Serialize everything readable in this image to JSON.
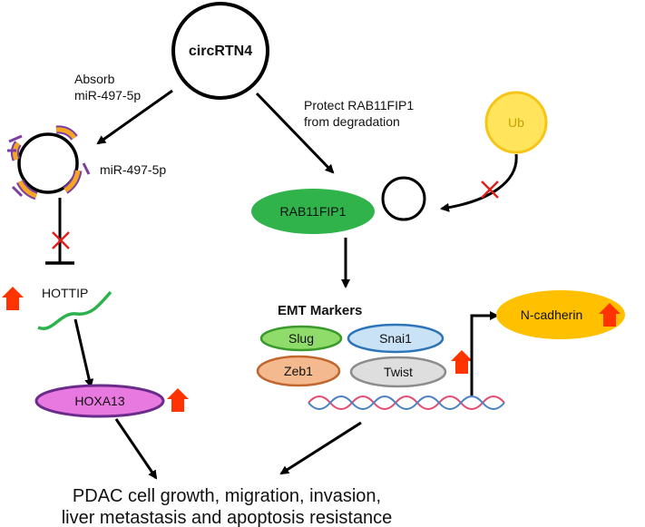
{
  "nodes": {
    "circrtn4": "circRTN4",
    "mirna_label": "miR-497-5p",
    "ub": "Ub",
    "rab11fip1": "RAB11FIP1",
    "hottip": "HOTTIP",
    "hoxa13": "HOXA13",
    "emt_title": "EMT Markers",
    "slug": "Slug",
    "snai1": "Snai1",
    "zeb1": "Zeb1",
    "twist": "Twist",
    "ncadherin": "N-cadherin"
  },
  "edges": {
    "absorb_line1": "Absorb",
    "absorb_line2": "miR-497-5p",
    "protect_line1": "Protect RAB11FIP1",
    "protect_line2": "from degradation"
  },
  "outcome": {
    "line1": "PDAC cell growth, migration, invasion,",
    "line2": "liver metastasis and apoptosis resistance"
  },
  "colors": {
    "arrow": "#000000",
    "up_arrow": "#ff3300",
    "block_x": "#e0201c",
    "mirna_arc": "#f5a623",
    "mirna_arc_stroke": "#7b3fa0",
    "ub_fill": "#ffe45c",
    "ub_stroke": "#f5c518",
    "ub_text": "#c8a000",
    "rab_fill": "#2fb34a",
    "hottip_line": "#2bb24c",
    "hoxa13_fill": "#e879e0",
    "hoxa13_stroke": "#6a2b8a",
    "slug_fill": "#8fdc6a",
    "slug_stroke": "#3a9a2b",
    "snai1_fill": "#c9e2f5",
    "snai1_stroke": "#2d74b8",
    "zeb1_fill": "#f4b98e",
    "zeb1_stroke": "#c0662e",
    "twist_fill": "#dedede",
    "twist_stroke": "#8c8c8c",
    "ncad_fill": "#ffc000",
    "dna_a": "#e34a6f",
    "dna_b": "#4a7fc1"
  },
  "icons": [
    "up-arrow-icon",
    "block-x-icon",
    "inhibition-bar-icon"
  ]
}
